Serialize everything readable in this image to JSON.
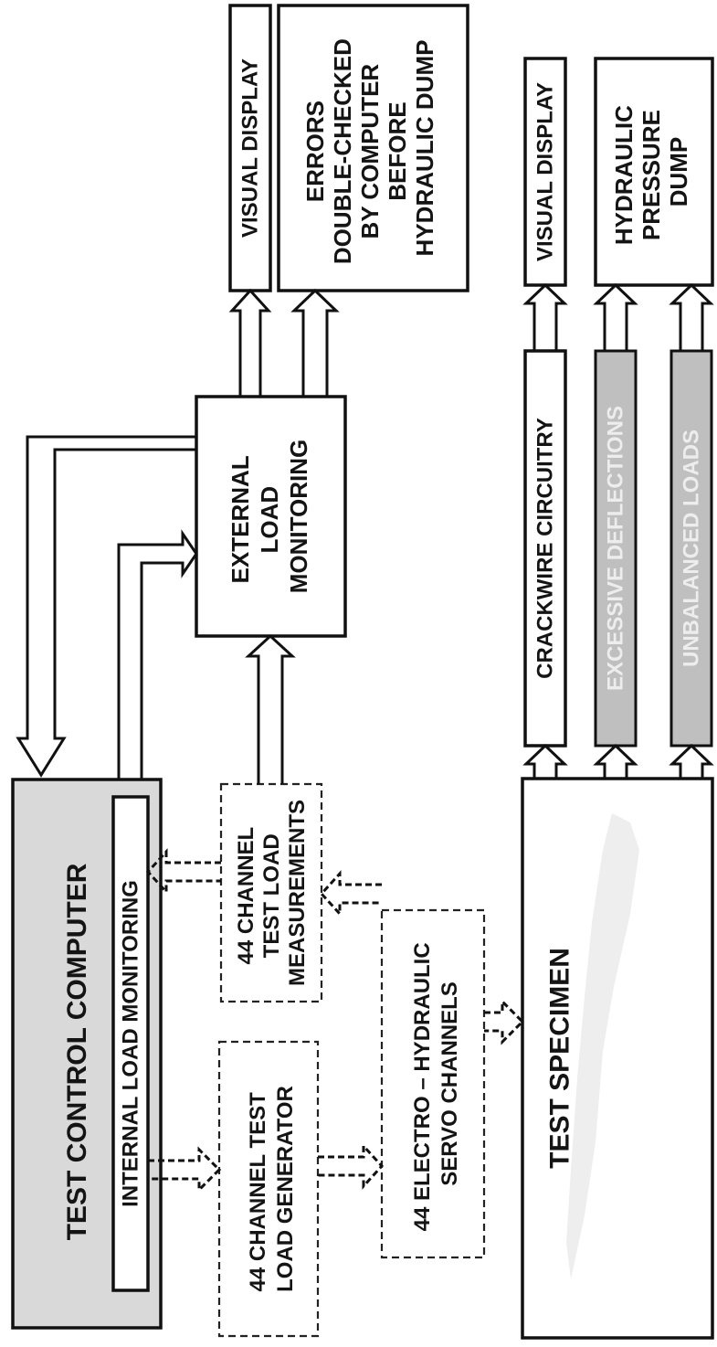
{
  "boxes": {
    "test_control_computer": "TEST CONTROL COMPUTER",
    "internal_load_monitoring": "INTERNAL LOAD MONITORING",
    "load_generator": [
      "44 CHANNEL TEST",
      "LOAD GENERATOR"
    ],
    "servo_channels": [
      "44 ELECTRO – HYDRAULIC",
      "SERVO CHANNELS"
    ],
    "load_measurements": [
      "44 CHANNEL",
      "TEST LOAD",
      "MEASUREMENTS"
    ],
    "external_load_monitoring": [
      "EXTERNAL",
      "LOAD",
      "MONITORING"
    ],
    "visual_display_top": "VISUAL DISPLAY",
    "errors_box": [
      "ERRORS",
      "DOUBLE-CHECKED",
      "BY COMPUTER",
      "BEFORE",
      "HYDRAULIC DUMP"
    ],
    "test_specimen": "TEST SPECIMEN",
    "crackwire_circuitry": "CRACKWIRE CIRCUITRY",
    "excessive_deflections": "EXCESSIVE DEFLECTIONS",
    "unbalanced_loads": "UNBALANCED LOADS",
    "visual_display_bottom": "VISUAL DISPLAY",
    "hydraulic_dump": [
      "HYDRAULIC",
      "PRESSURE",
      "DUMP"
    ]
  }
}
